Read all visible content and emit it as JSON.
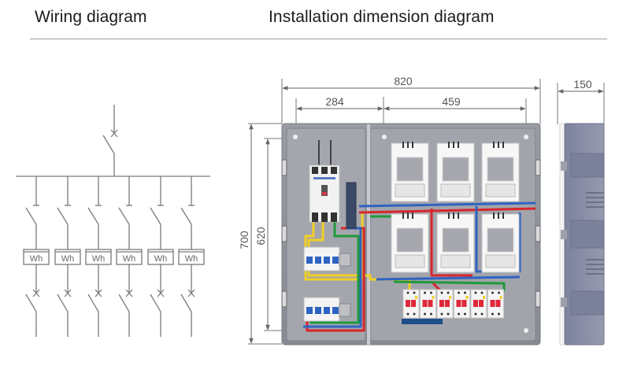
{
  "titles": {
    "wiring": "Wiring diagram",
    "installation": "Installation dimension diagram"
  },
  "wiring_diagram": {
    "main_breaker_symbol": "x",
    "branch_count": 6,
    "meter_label": "Wh",
    "meters": [
      "Wh",
      "Wh",
      "Wh",
      "Wh",
      "Wh",
      "Wh"
    ]
  },
  "dimensions": {
    "overall_width": "820",
    "left_section_width": "284",
    "right_section_width": "459",
    "overall_height": "700",
    "inner_height": "620",
    "depth": "150"
  },
  "enclosure": {
    "meter_slots": 6,
    "branch_breakers": 6,
    "left_panel_breakers": [
      "main-mccb",
      "mcb-group-upper",
      "mcb-group-lower"
    ],
    "colors": {
      "housing": "#8f929c",
      "side_housing": "#8a90a8",
      "wire_red": "#d8262b",
      "wire_blue": "#2f63c2",
      "wire_green": "#1f9a3c",
      "wire_yellow": "#f1cf24",
      "breaker_red": "#e0283b"
    }
  }
}
